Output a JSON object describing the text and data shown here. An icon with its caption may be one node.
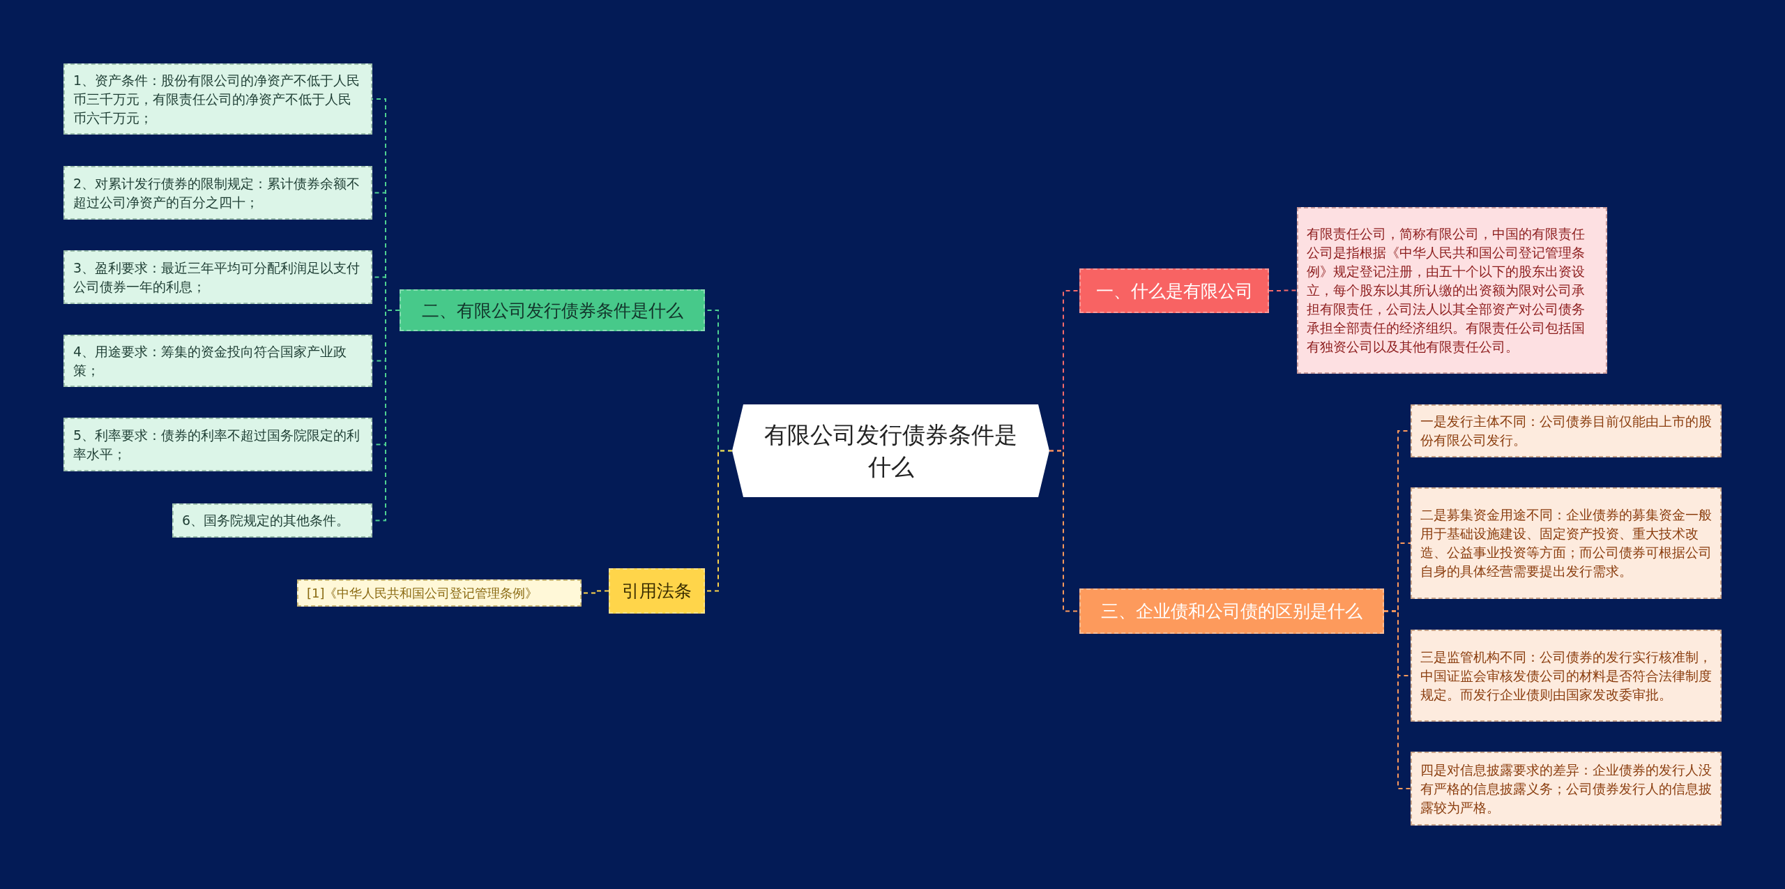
{
  "diagram": {
    "nodes": [
      {
        "text": [
          "有限公司发行债券条件是什么"
        ]
      },
      {
        "text": [
          "二、有限公司发行债券条件是什么"
        ]
      },
      {
        "text": [
          "1、资产条件：股份有限公司的净资产不低于人民币三千万元，有限责任公司的净资产不低于人民币六千万元；"
        ]
      },
      {
        "text": [
          "2、对累计发行债券的限制规定：累计债券余额不超过公司净资产的百分之四十；"
        ]
      },
      {
        "text": [
          "3、盈利要求：最近三年平均可分配利润足以支付公司债券一年的利息；"
        ]
      },
      {
        "text": [
          "4、用途要求：筹集的资金投向符合国家产业政策；"
        ]
      },
      {
        "text": [
          "5、利率要求：债券的利率不超过国务院限定的利率水平；"
        ]
      },
      {
        "text": [
          "6、国务院规定的其他条件。"
        ]
      },
      {
        "text": [
          "引用法条"
        ]
      },
      {
        "text": [
          "[1]《中华人民共和国公司登记管理条例》"
        ]
      },
      {
        "text": [
          "一、什么是有限公司"
        ]
      },
      {
        "text": [
          "有限责任公司，简称有限公司，中国的有限责任公司是指根据《中华人民共和国公司登记管理条例》规定登记注册，由五十个以下的股东出资设立，每个股东以其所认缴的出资额为限对公司承担有限责任，公司法人以其全部资产对公司债务承担全部责任的经济组织。有限责任公司包括国有独资公司以及其他有限责任公司。"
        ]
      },
      {
        "text": [
          "三、企业债和公司债的区别是什么"
        ]
      },
      {
        "text": [
          "一是发行主体不同：公司债券目前仅能由上市的股份有限公司发行。"
        ]
      },
      {
        "text": [
          "二是募集资金用途不同：企业债券的募集资金一般用于基础设施建设、固定资产投资、重大技术改造、公益事业投资等方面；而公司债券可根据公司自身的具体经营需要提出发行需求。"
        ]
      },
      {
        "text": [
          "三是监管机构不同：公司债券的发行实行核准制，中国证监会审核发债公司的材料是否符合法律制度规定。而发行企业债则由国家发改委审批。"
        ]
      },
      {
        "text": [
          "四是对信息披露要求的差异：企业债券的发行人没有严格的信息披露义务；公司债券发行人的信息披露较为严格。"
        ]
      }
    ],
    "edges": [
      {
        "from": 0,
        "to": 1,
        "arrow": "none",
        "color": "#4fd192"
      },
      {
        "from": 1,
        "to": 2,
        "arrow": "none",
        "color": "#4fd192"
      },
      {
        "from": 1,
        "to": 3,
        "arrow": "none",
        "color": "#4fd192"
      },
      {
        "from": 1,
        "to": 4,
        "arrow": "none",
        "color": "#4fd192"
      },
      {
        "from": 1,
        "to": 5,
        "arrow": "none",
        "color": "#4fd192"
      },
      {
        "from": 1,
        "to": 6,
        "arrow": "none",
        "color": "#4fd192"
      },
      {
        "from": 1,
        "to": 7,
        "arrow": "none",
        "color": "#4fd192"
      },
      {
        "from": 0,
        "to": 8,
        "arrow": "none",
        "color": "#ffd54a"
      },
      {
        "from": 8,
        "to": 9,
        "arrow": "none",
        "color": "#ffd54a"
      },
      {
        "from": 0,
        "to": 10,
        "arrow": "none",
        "color": "#f86b6b"
      },
      {
        "from": 10,
        "to": 11,
        "arrow": "none",
        "color": "#f86b6b"
      },
      {
        "from": 0,
        "to": 12,
        "arrow": "none",
        "color": "#fd9a5c"
      },
      {
        "from": 12,
        "to": 13,
        "arrow": "none",
        "color": "#fd9a5c"
      },
      {
        "from": 12,
        "to": 14,
        "arrow": "none",
        "color": "#fd9a5c"
      },
      {
        "from": 12,
        "to": 15,
        "arrow": "none",
        "color": "#fd9a5c"
      },
      {
        "from": 12,
        "to": 16,
        "arrow": "none",
        "color": "#fd9a5c"
      }
    ]
  }
}
